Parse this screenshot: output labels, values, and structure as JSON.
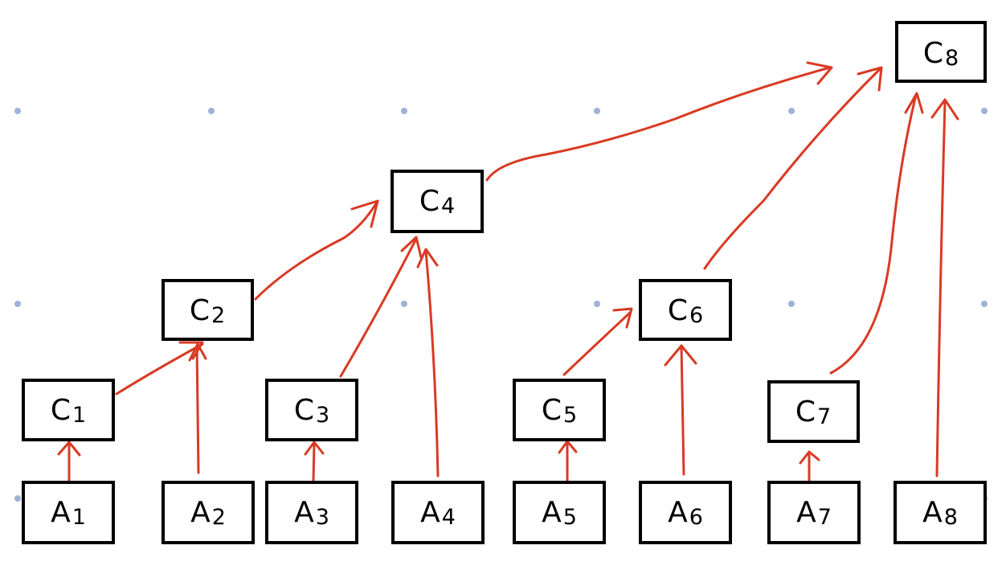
{
  "diagram": {
    "title": "",
    "colors": {
      "arrow": "#d93a24",
      "box_border": "#000000",
      "grid_dot": "#9fb2d6",
      "background": "#ffffff"
    },
    "nodes": {
      "C8": {
        "letter": "C",
        "sub": "8"
      },
      "C4": {
        "letter": "C",
        "sub": "4"
      },
      "C2": {
        "letter": "C",
        "sub": "2"
      },
      "C6": {
        "letter": "C",
        "sub": "6"
      },
      "C1": {
        "letter": "C",
        "sub": "1"
      },
      "C3": {
        "letter": "C",
        "sub": "3"
      },
      "C5": {
        "letter": "C",
        "sub": "5"
      },
      "C7": {
        "letter": "C",
        "sub": "7"
      },
      "A1": {
        "letter": "A",
        "sub": "1"
      },
      "A2": {
        "letter": "A",
        "sub": "2"
      },
      "A3": {
        "letter": "A",
        "sub": "3"
      },
      "A4": {
        "letter": "A",
        "sub": "4"
      },
      "A5": {
        "letter": "A",
        "sub": "5"
      },
      "A6": {
        "letter": "A",
        "sub": "6"
      },
      "A7": {
        "letter": "A",
        "sub": "7"
      },
      "A8": {
        "letter": "A",
        "sub": "8"
      }
    },
    "edges": [
      {
        "from": "A1",
        "to": "C1"
      },
      {
        "from": "A3",
        "to": "C3"
      },
      {
        "from": "A5",
        "to": "C5"
      },
      {
        "from": "A7",
        "to": "C7"
      },
      {
        "from": "C1",
        "to": "C2"
      },
      {
        "from": "A2",
        "to": "C2"
      },
      {
        "from": "C5",
        "to": "C6"
      },
      {
        "from": "A6",
        "to": "C6"
      },
      {
        "from": "C2",
        "to": "C4"
      },
      {
        "from": "C3",
        "to": "C4"
      },
      {
        "from": "A4",
        "to": "C4"
      },
      {
        "from": "C4",
        "to": "C8"
      },
      {
        "from": "C6",
        "to": "C8"
      },
      {
        "from": "C7",
        "to": "C8"
      },
      {
        "from": "A8",
        "to": "C8"
      }
    ]
  }
}
